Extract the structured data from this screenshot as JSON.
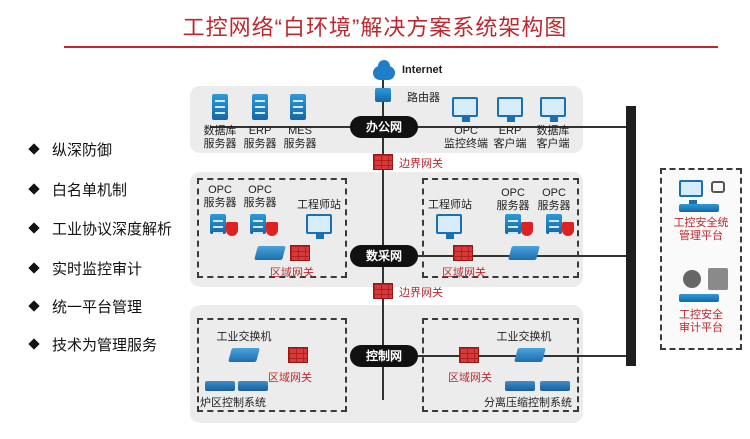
{
  "title": "工控网络“白环境”解决方案系统架构图",
  "features": [
    "纵深防御",
    "白名单机制",
    "工业协议深度解析",
    "实时监控审计",
    "统一平台管理",
    "技术为管理服务"
  ],
  "top": {
    "internet": "Internet",
    "router": "路由器",
    "bus": "办公网",
    "left_devices": [
      "数据库\n服务器",
      "ERP\n服务器",
      "MES\n服务器"
    ],
    "right_devices": [
      "OPC\n监控终端",
      "ERP\n客户端",
      "数据库\n客户端"
    ]
  },
  "boundary_gateway_1": "边界网关",
  "boundary_gateway_2": "边界网关",
  "middle": {
    "bus": "数采网",
    "left_box": {
      "opc1": "OPC\n服务器",
      "opc2": "OPC\n服务器",
      "engineer": "工程师站",
      "gateway": "区域网关"
    },
    "right_box": {
      "engineer": "工程师站",
      "opc1": "OPC\n服务器",
      "opc2": "OPC\n服务器",
      "gateway": "区域网关"
    }
  },
  "bottom": {
    "bus": "控制网",
    "left_box": {
      "switch": "工业交换机",
      "gateway": "区域网关",
      "system": "炉区控制系统"
    },
    "right_box": {
      "switch": "工业交换机",
      "gateway": "区域网关",
      "system": "分离压缩控制系统"
    }
  },
  "platforms": {
    "mgmt": "工控安全统\n管理平台",
    "audit": "工控安全\n审计平台"
  }
}
